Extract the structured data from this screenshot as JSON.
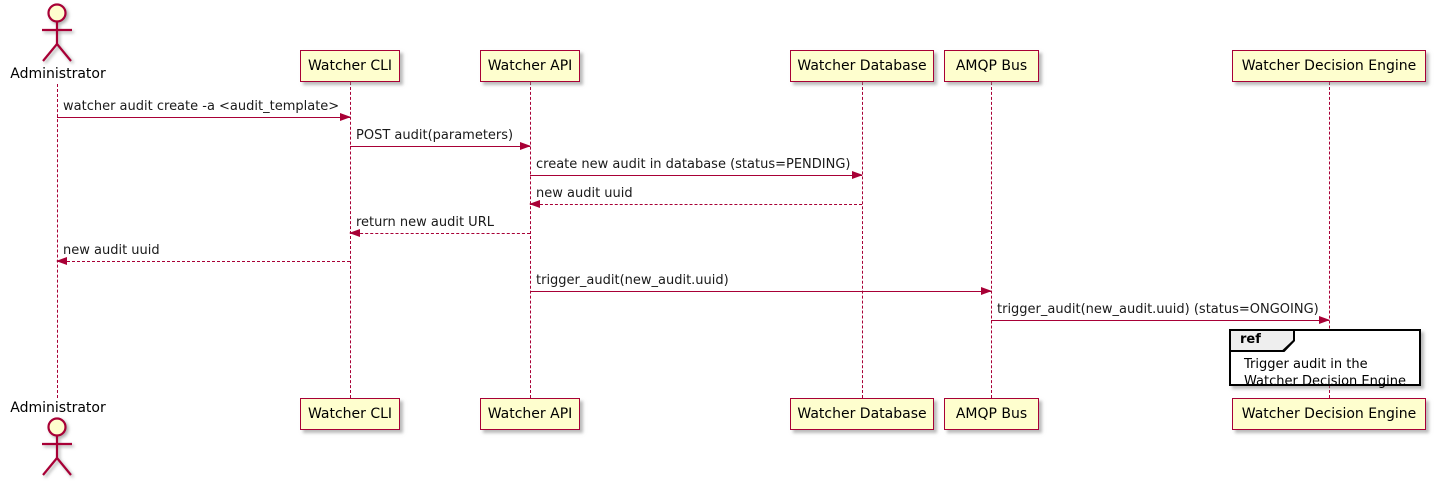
{
  "diagram_type": "sequence-diagram",
  "colors": {
    "line": "#A80036",
    "participant_fill": "#FEFECE",
    "text": "#1a1a1a",
    "ref_border": "#000000",
    "ref_header_fill": "#EEEEEE",
    "ref_fill": "#FFFFFF"
  },
  "actor": {
    "name": "Administrator"
  },
  "participants": [
    {
      "name": "Watcher CLI"
    },
    {
      "name": "Watcher API"
    },
    {
      "name": "Watcher Database"
    },
    {
      "name": "AMQP Bus"
    },
    {
      "name": "Watcher Decision Engine"
    }
  ],
  "messages": [
    {
      "from": "Administrator",
      "to": "Watcher CLI",
      "style": "solid",
      "label": "watcher audit create -a <audit_template>"
    },
    {
      "from": "Watcher CLI",
      "to": "Watcher API",
      "style": "solid",
      "label": "POST audit(parameters)"
    },
    {
      "from": "Watcher API",
      "to": "Watcher Database",
      "style": "solid",
      "label": "create new audit in database (status=PENDING)"
    },
    {
      "from": "Watcher Database",
      "to": "Watcher API",
      "style": "dashed",
      "label": "new audit uuid"
    },
    {
      "from": "Watcher API",
      "to": "Watcher CLI",
      "style": "dashed",
      "label": "return new audit URL"
    },
    {
      "from": "Watcher CLI",
      "to": "Administrator",
      "style": "dashed",
      "label": "new audit uuid"
    },
    {
      "from": "Watcher API",
      "to": "AMQP Bus",
      "style": "solid",
      "label": "trigger_audit(new_audit.uuid)"
    },
    {
      "from": "AMQP Bus",
      "to": "Watcher Decision Engine",
      "style": "solid",
      "label": "trigger_audit(new_audit.uuid) (status=ONGOING)"
    }
  ],
  "ref": {
    "keyword": "ref",
    "lines": [
      "Trigger audit in the",
      "Watcher Decision Engine"
    ]
  }
}
